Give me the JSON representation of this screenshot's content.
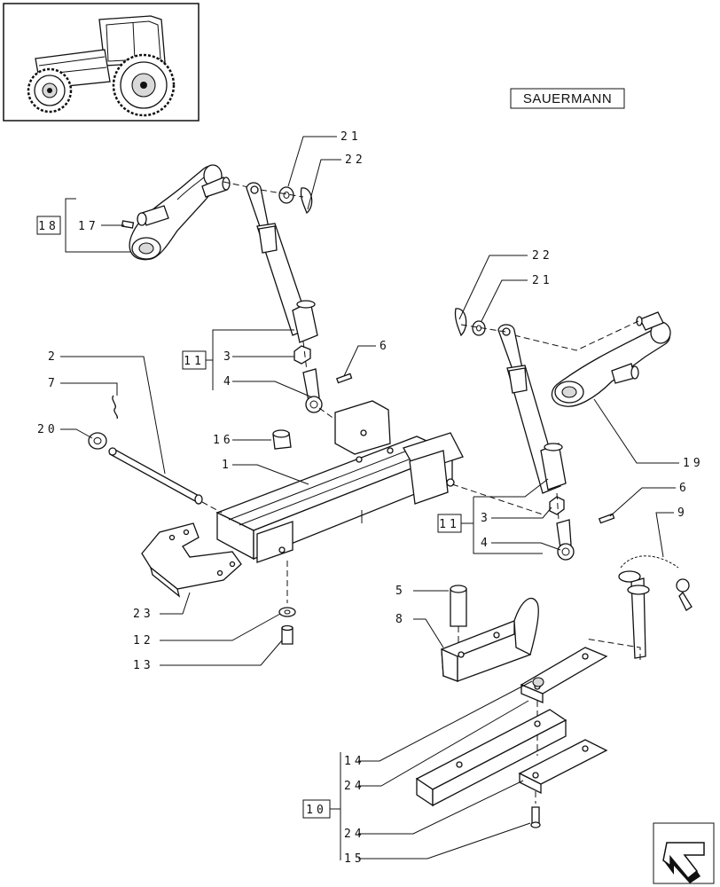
{
  "brand": "SAUERMANN",
  "callouts": {
    "c21a": "21",
    "c22a": "22",
    "c18": "18",
    "c17": "17",
    "c22b": "22",
    "c21b": "21",
    "c11a": "11",
    "c3a": "3",
    "c4a": "4",
    "c6a": "6",
    "c2": "2",
    "c7": "7",
    "c20": "20",
    "c16": "16",
    "c1": "1",
    "c19": "19",
    "c6b": "6",
    "c11b": "11",
    "c3b": "3",
    "c4b": "4",
    "c9": "9",
    "c23": "23",
    "c12": "12",
    "c13": "13",
    "c5": "5",
    "c8": "8",
    "c14": "14",
    "c24a": "24",
    "c10": "10",
    "c24b": "24",
    "c15": "15"
  }
}
